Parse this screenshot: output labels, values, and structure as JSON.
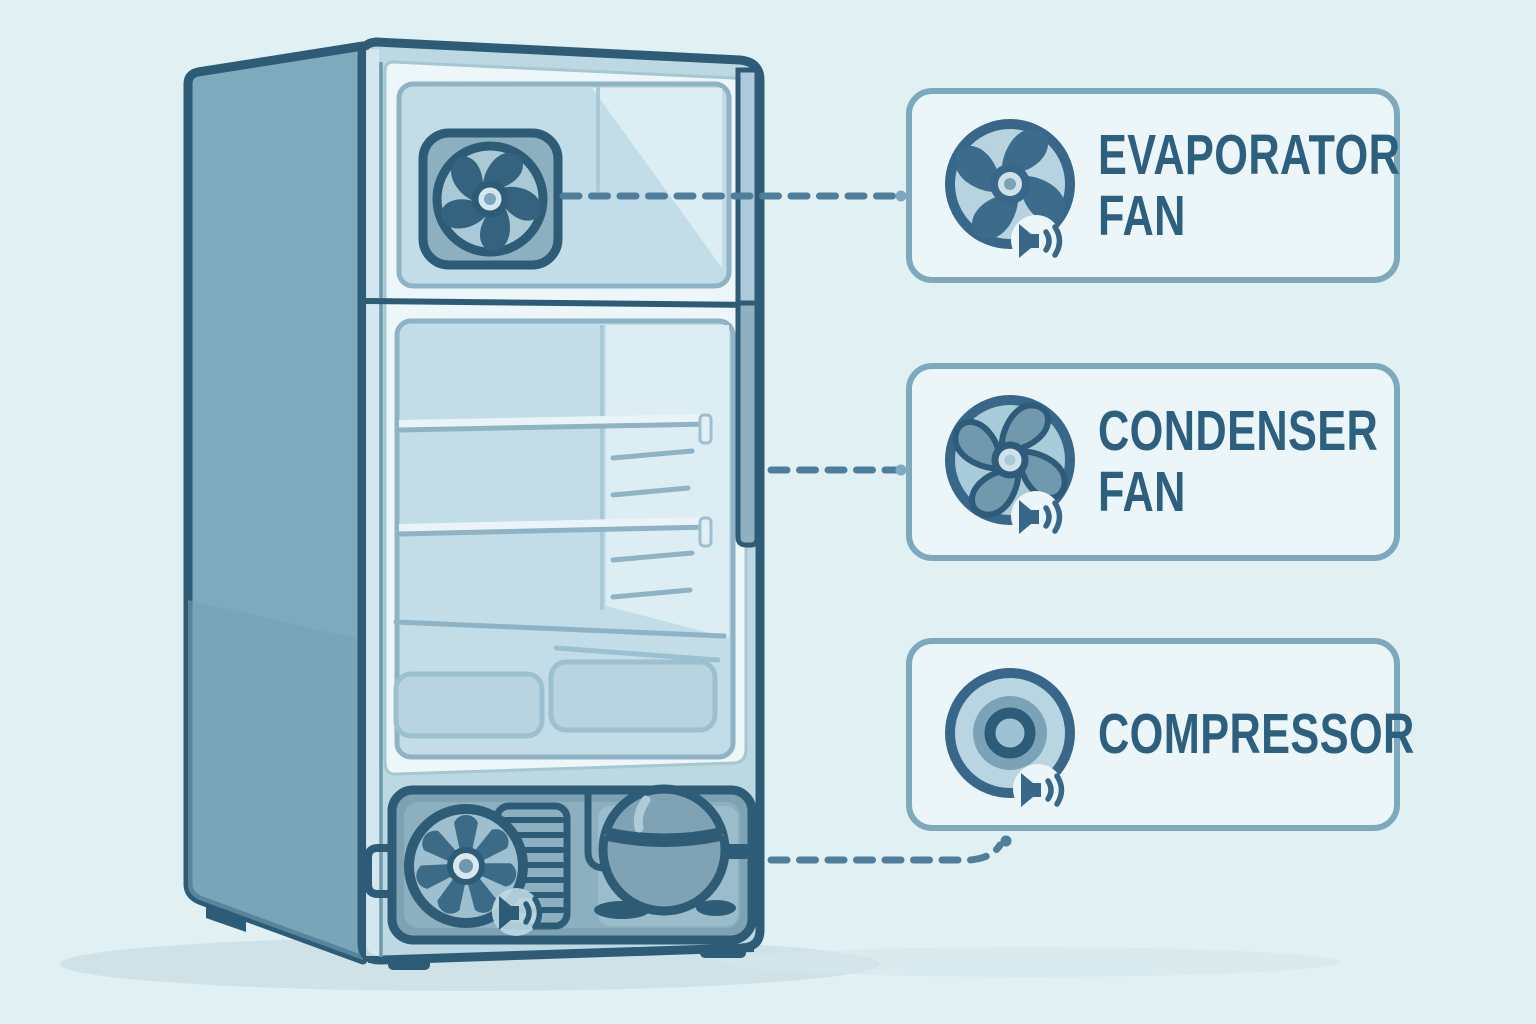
{
  "diagram_title": "refrigerator-noise-sources",
  "labels": [
    {
      "name": "evaporator-fan",
      "line1": "EVAPORATOR",
      "line2": "FAN",
      "icon": "fan-sound-icon"
    },
    {
      "name": "condenser-fan",
      "line1": "CONDENSER",
      "line2": "FAN",
      "icon": "fan-sound-icon"
    },
    {
      "name": "compressor",
      "line1": "COMPRESSOR",
      "line2": "",
      "icon": "compressor-sound-icon"
    }
  ],
  "illustration_parts": [
    "refrigerator",
    "freezer-compartment",
    "evaporator-fan",
    "fridge-compartment",
    "shelves",
    "door-racks",
    "crisper-drawers",
    "door-handle",
    "machine-compartment",
    "condenser-fan",
    "condenser-coils",
    "compressor"
  ],
  "colors": {
    "c-bg": "#e1f0f3",
    "c-box-bg": "#ecf6f8",
    "c-box-border": "#7ea9bd",
    "c-text": "#2d5f7e",
    "c-dash": "#4e7e9b",
    "c-outline": "#2e5b76"
  }
}
